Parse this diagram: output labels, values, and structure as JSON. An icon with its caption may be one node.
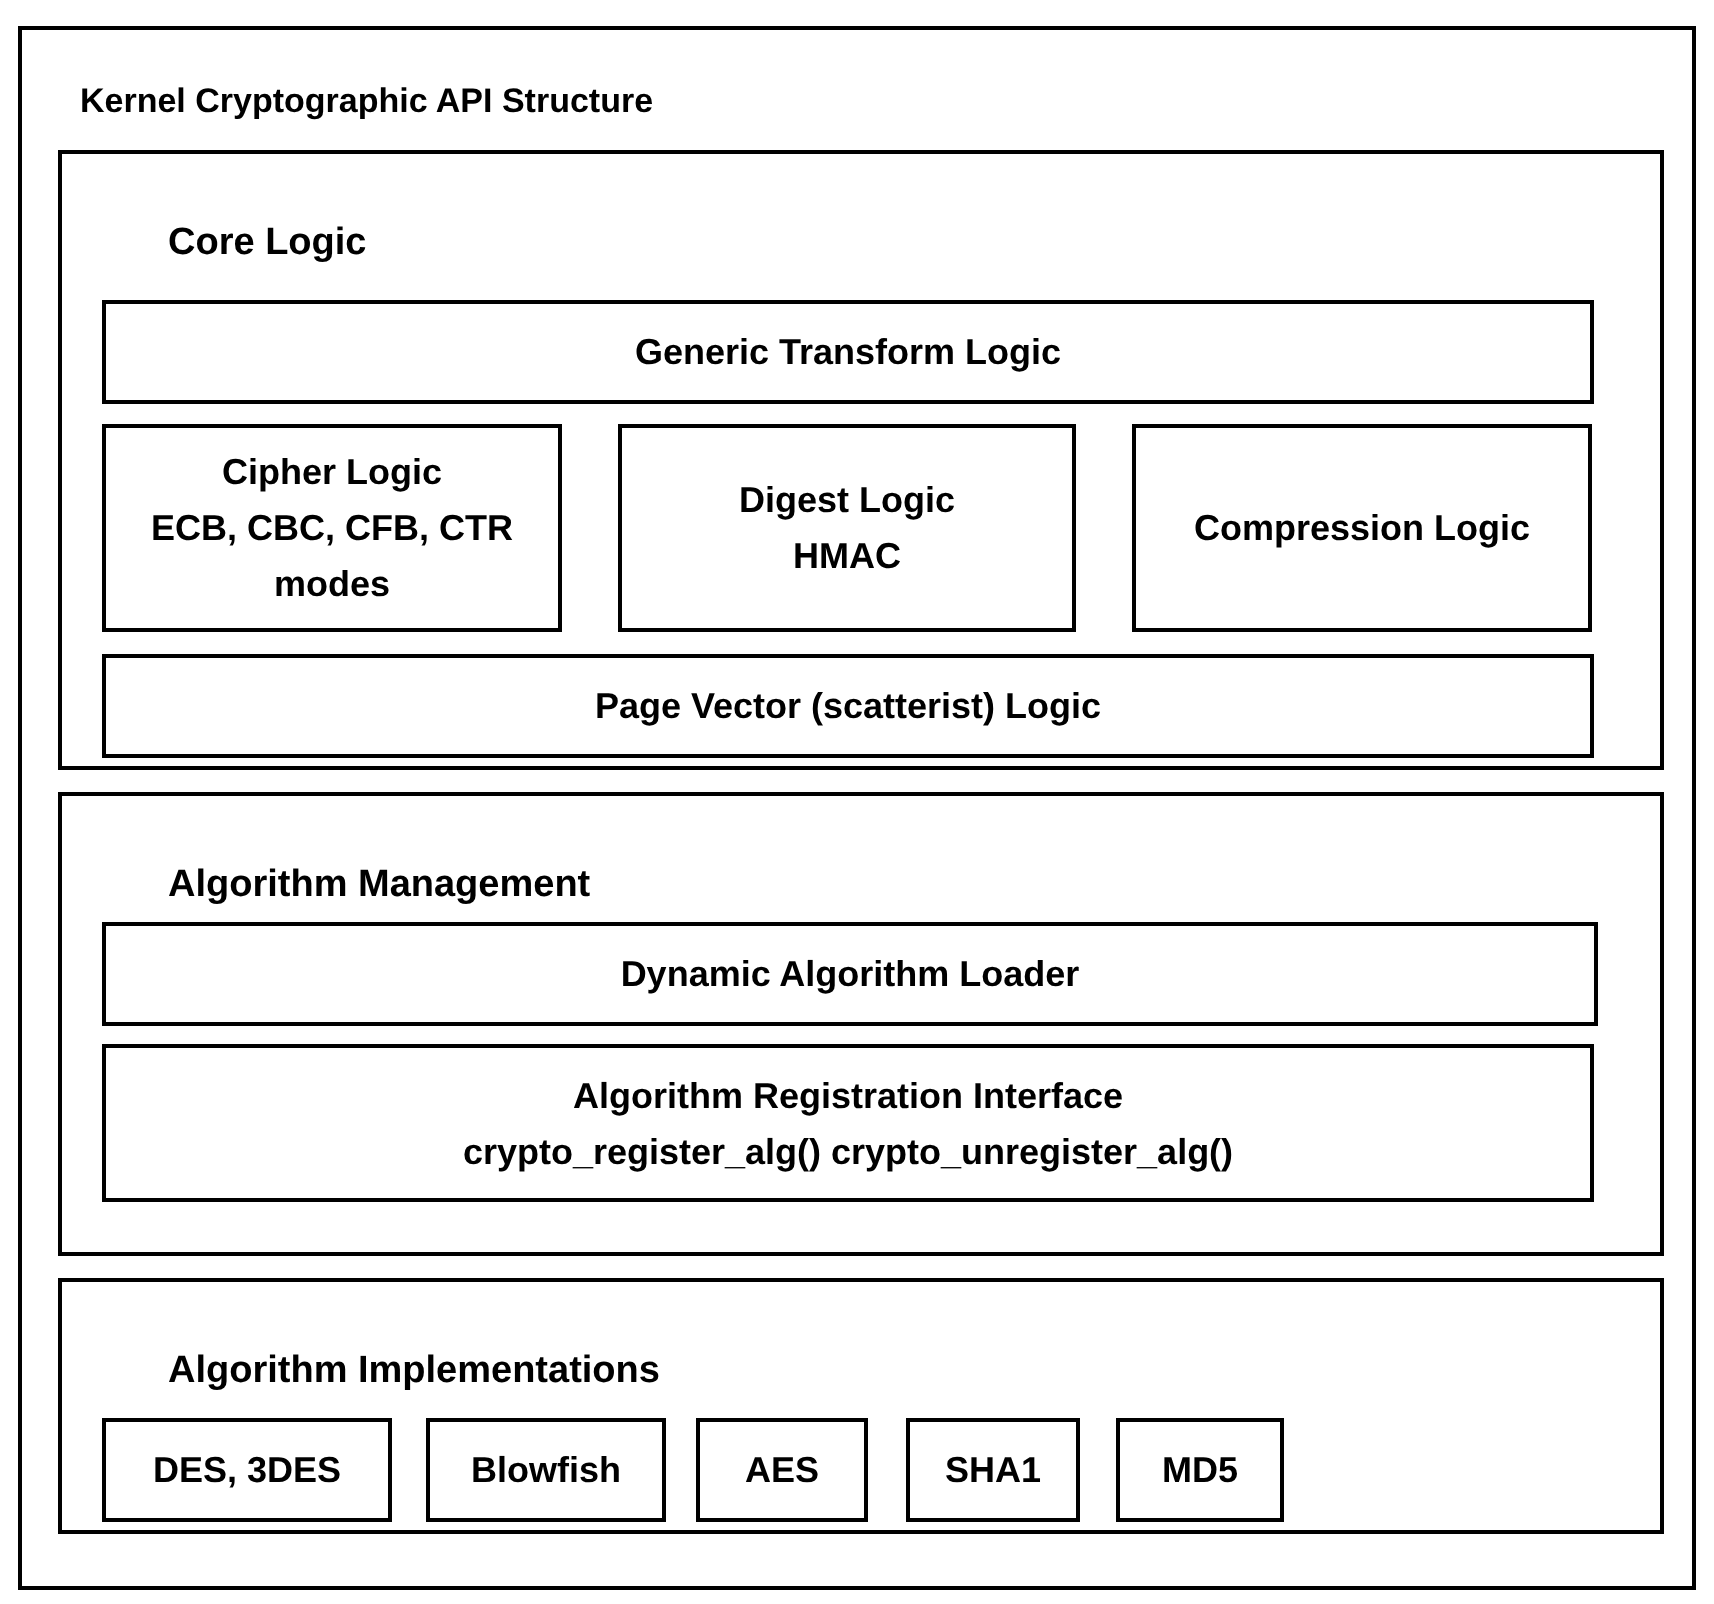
{
  "diagram": {
    "nodes": [
      {
        "text": [
          "Kernel Cryptographic API Structure"
        ]
      },
      {
        "text": [
          "Core Logic"
        ],
        "in": 0
      },
      {
        "text": [
          "Generic Transform Logic"
        ],
        "in": 1
      },
      {
        "text": [
          "Cipher Logic",
          "ECB, CBC, CFB, CTR modes"
        ],
        "in": 1
      },
      {
        "text": [
          "Digest Logic",
          "HMAC"
        ],
        "in": 1
      },
      {
        "text": [
          "Compression Logic"
        ],
        "in": 1
      },
      {
        "text": [
          "Page Vector (scatterist) Logic"
        ],
        "in": 1
      },
      {
        "text": [
          "Algorithm Management"
        ],
        "in": 0
      },
      {
        "text": [
          "Dynamic Algorithm Loader"
        ],
        "in": 7
      },
      {
        "text": [
          "Algorithm Registration Interface",
          "crypto_register_alg() crypto_unregister_alg()"
        ],
        "in": 7
      },
      {
        "text": [
          "Algorithm Implementations"
        ],
        "in": 0
      },
      {
        "text": [
          "DES, 3DES"
        ],
        "in": 10
      },
      {
        "text": [
          "Blowfish"
        ],
        "in": 10
      },
      {
        "text": [
          "AES"
        ],
        "in": 10
      },
      {
        "text": [
          "SHA1"
        ],
        "in": 10
      },
      {
        "text": [
          "MD5"
        ],
        "in": 10
      }
    ],
    "edges": []
  }
}
